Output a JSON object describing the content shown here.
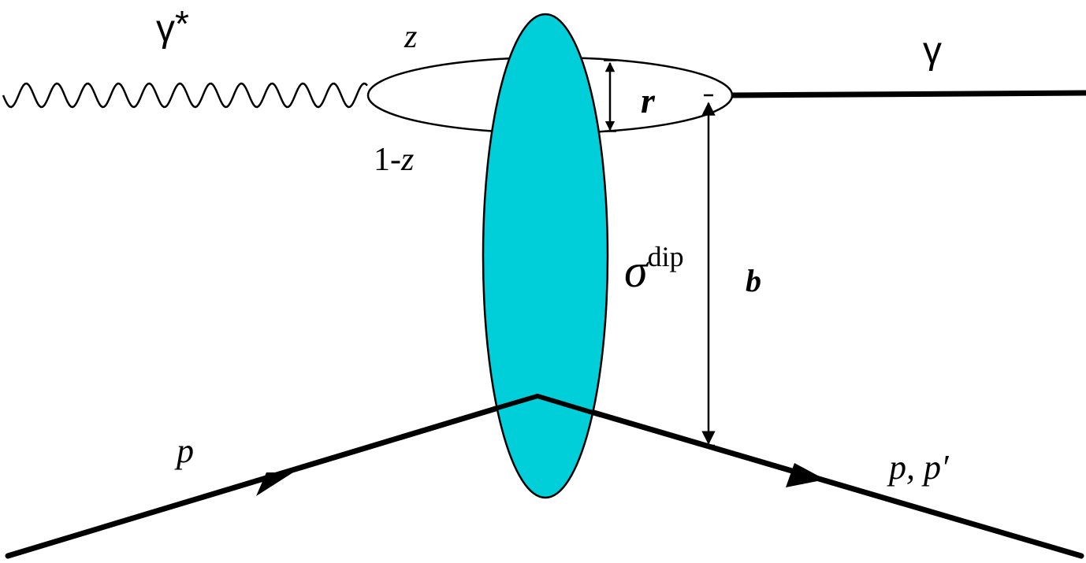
{
  "labels": {
    "photon_virtual": {
      "base": "γ",
      "sup": "*"
    },
    "photon_real": "γ",
    "momentum_frac_top": "z",
    "momentum_frac_bottom": {
      "prefix": "1-",
      "var": "z"
    },
    "dipole_size": "r",
    "impact_parameter": "b",
    "cross_section": {
      "base": "σ",
      "sup": "dip"
    },
    "proton_in": "p",
    "proton_out": "p, p′"
  },
  "colors": {
    "blob_fill": "#00CED8",
    "line": "#000000",
    "background": "#FFFFFF"
  }
}
